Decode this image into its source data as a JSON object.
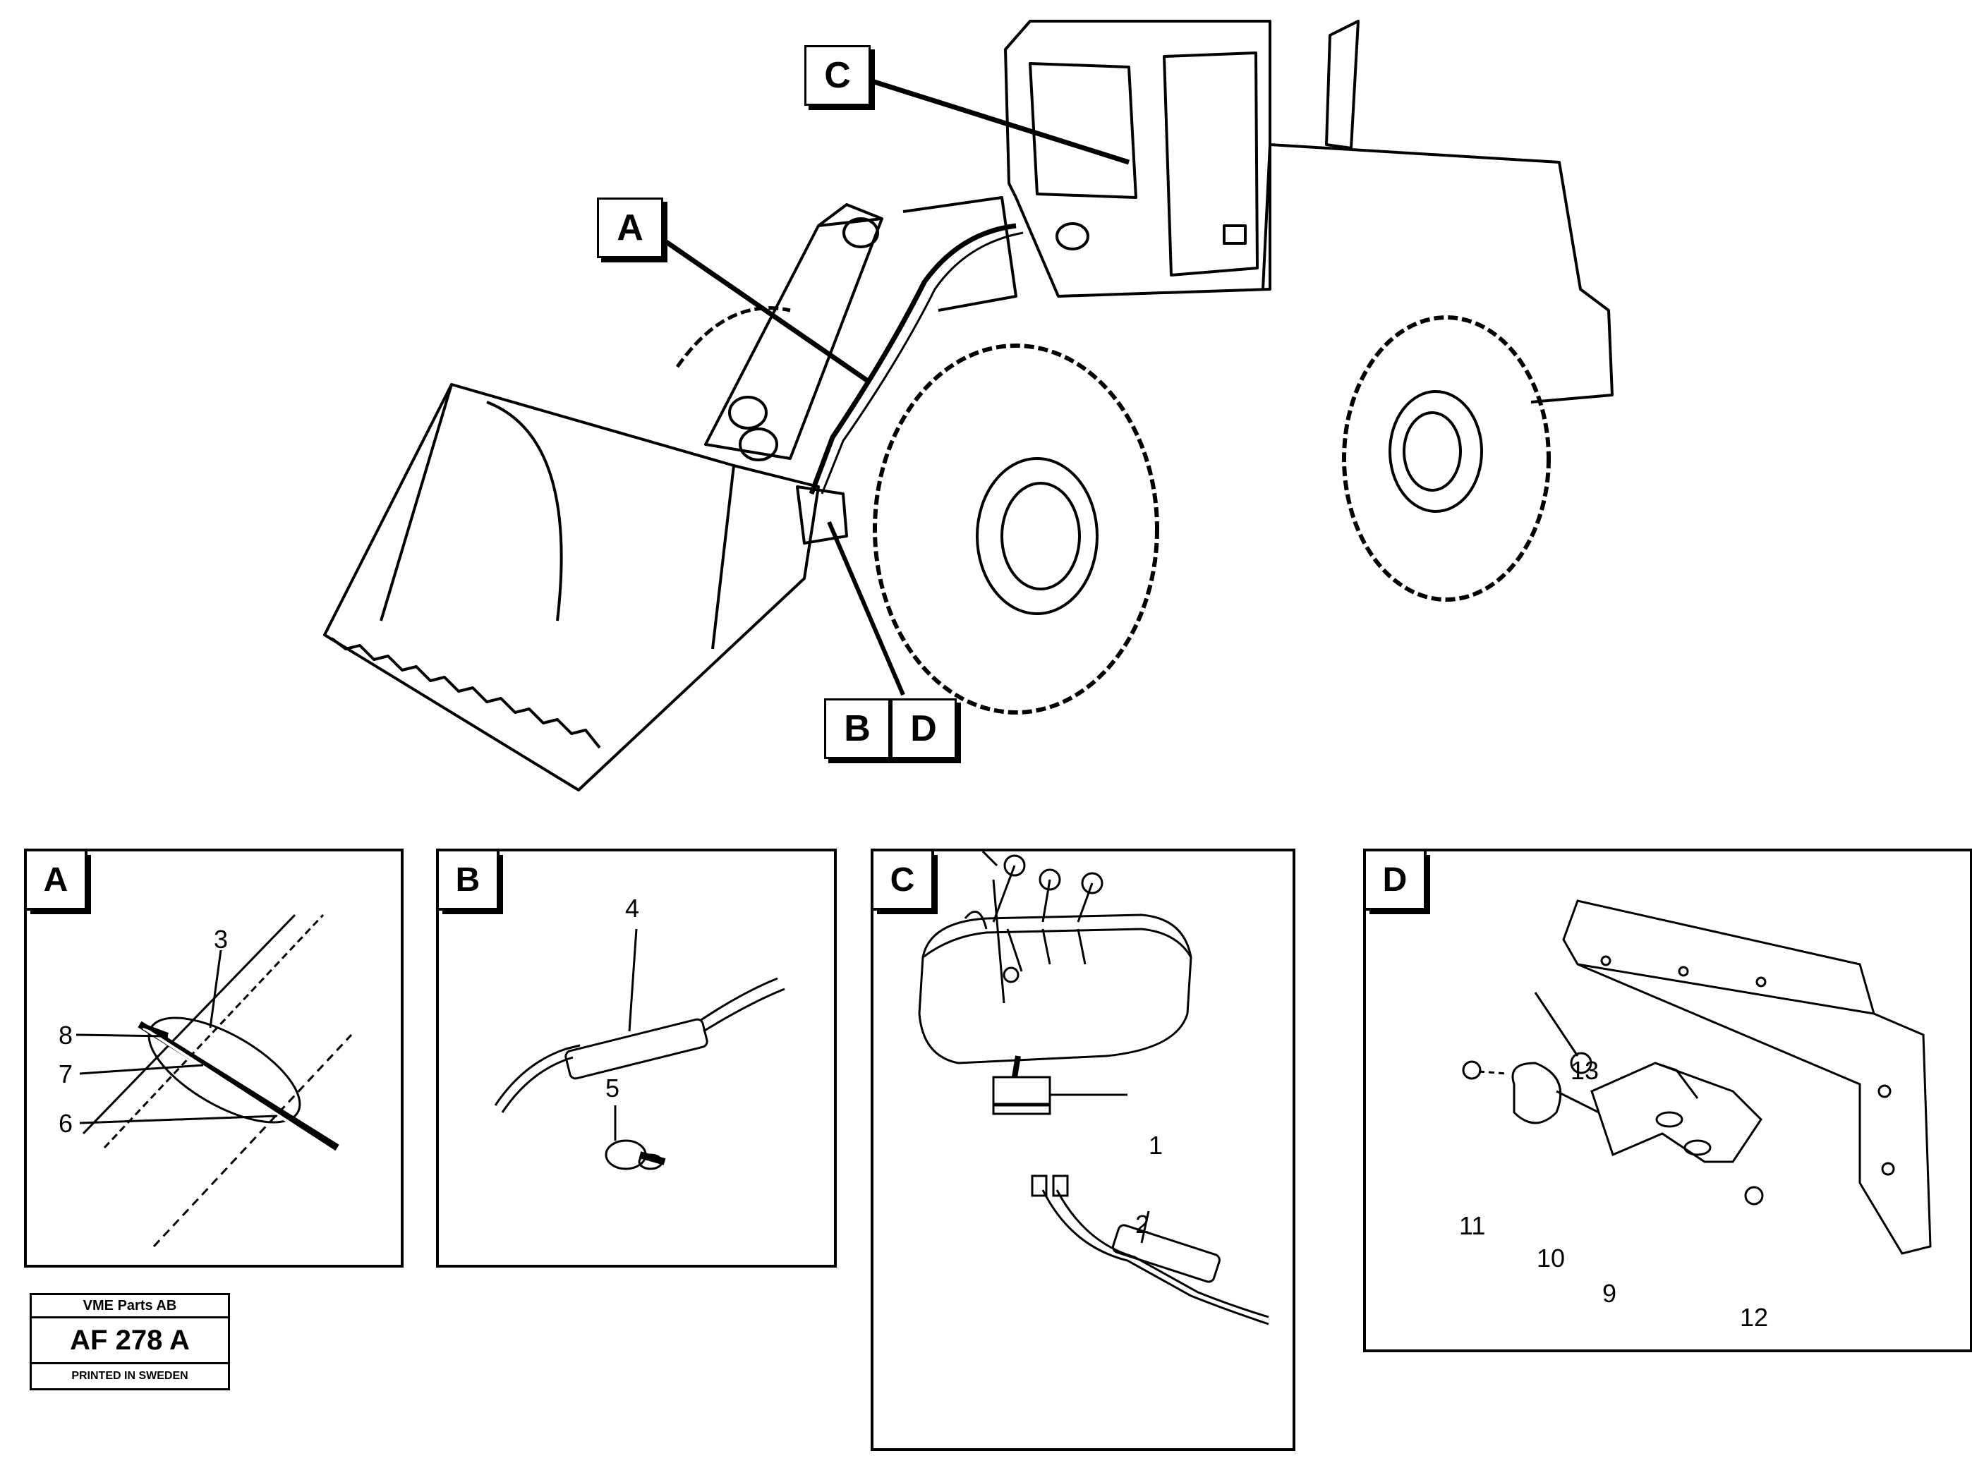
{
  "overview": {
    "callouts": [
      "A",
      "B",
      "C",
      "D"
    ]
  },
  "panels": {
    "a": {
      "tag": "A",
      "parts": [
        "3",
        "8",
        "7",
        "6"
      ]
    },
    "b": {
      "tag": "B",
      "parts": [
        "4",
        "5"
      ]
    },
    "c": {
      "tag": "C",
      "parts": [
        "1",
        "2"
      ]
    },
    "d": {
      "tag": "D",
      "parts": [
        "13",
        "11",
        "10",
        "9",
        "12"
      ]
    }
  },
  "stamp": {
    "company": "VME Parts AB",
    "code": "AF 278 A",
    "printed": "PRINTED IN SWEDEN"
  }
}
